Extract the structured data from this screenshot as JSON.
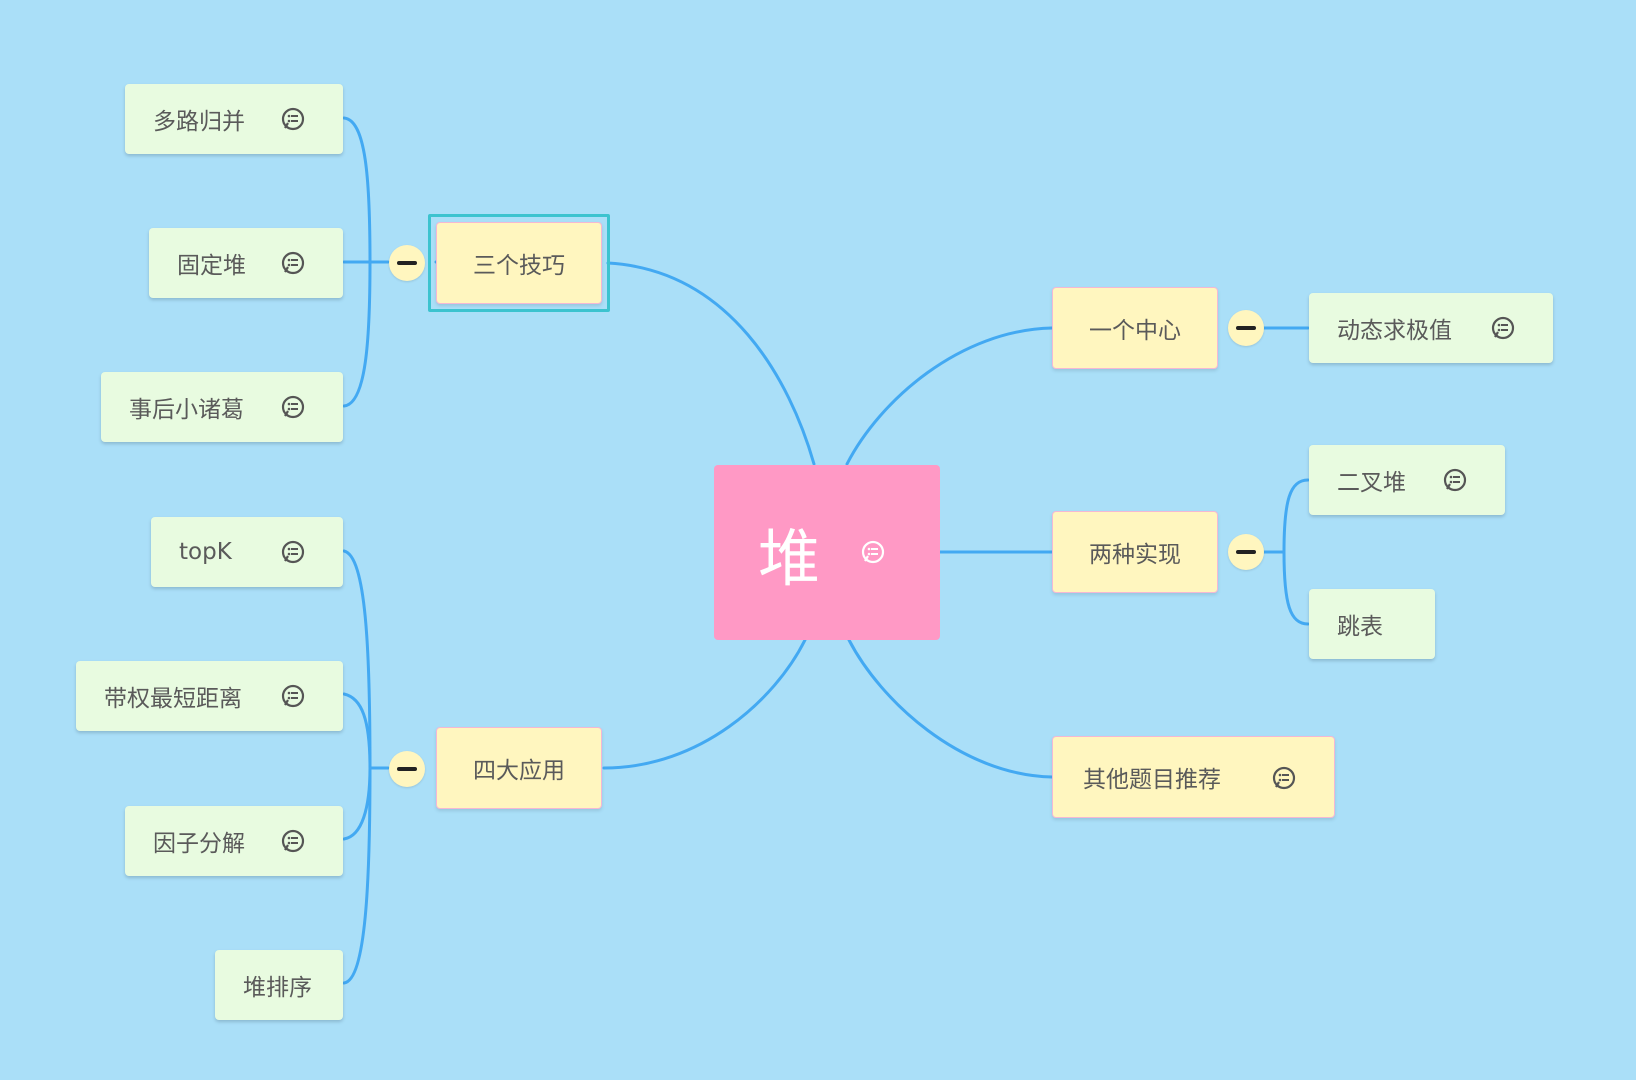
{
  "colors": {
    "background": "#aadff8",
    "link": "#43a9f2",
    "root_fill": "#ff99c5",
    "main_fill": "#fff6bf",
    "leaf_fill": "#e8fbe0",
    "selected_border": "#3cc3cf"
  },
  "mindmap": {
    "root": {
      "label": "堆",
      "note_icon": "comment-icon"
    },
    "branches": {
      "techniques": {
        "label": "三个技巧",
        "children": [
          "多路归并",
          "固定堆",
          "事后小诸葛"
        ]
      },
      "applications": {
        "label": "四大应用",
        "children": [
          "topK",
          "带权最短距离",
          "因子分解",
          "堆排序"
        ]
      },
      "center": {
        "label": "一个中心",
        "children": [
          "动态求极值"
        ]
      },
      "implementations": {
        "label": "两种实现",
        "children": [
          "二叉堆",
          "跳表"
        ]
      },
      "others": {
        "label": "其他题目推荐",
        "note_icon": "comment-icon"
      }
    }
  }
}
